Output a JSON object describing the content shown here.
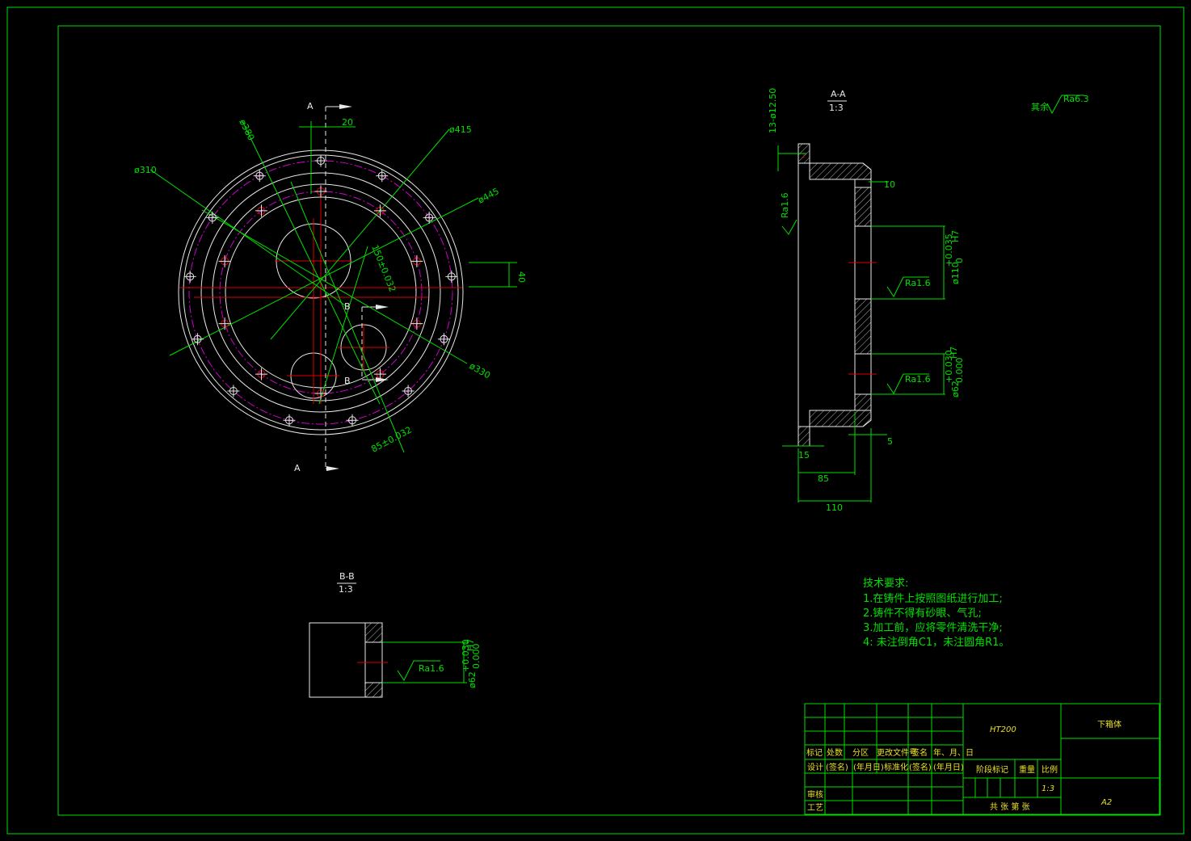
{
  "colors": {
    "background": "#000000",
    "frame": "#00e000",
    "outline": "#e8e8e8",
    "center": "#e00000",
    "pitch": "#d000d0",
    "title_text": "#e8e020"
  },
  "section_aa": {
    "label": "A-A",
    "scale": "1:3"
  },
  "section_bb": {
    "label": "B-B",
    "scale": "1:3"
  },
  "cut_labels": {
    "a_top": "A",
    "a_bottom": "A",
    "b_top": "B",
    "b_bottom": "B"
  },
  "front_dims": {
    "d310": "ø310",
    "d380": "ø380",
    "d415": "ø415",
    "d445": "ø445",
    "d330": "ø330",
    "d150": "150±0.032",
    "d85": "85±0.032",
    "w20": "20",
    "h40": "40"
  },
  "side_dims": {
    "holes": "13-ø12.50",
    "ra_left": "Ra1.6",
    "ra_mid": "Ra1.6",
    "ra_low": "Ra1.6",
    "d110": "ø110",
    "d110_tol_up": "+0.035",
    "d110_tol_low": "0",
    "d110_fit": "H7",
    "d62": "ø62",
    "d62_tol_up": "+0.030",
    "d62_tol_low": "0.000",
    "d62_fit": "H7",
    "w10": "10",
    "w5": "5",
    "w15": "15",
    "w85": "85",
    "w110": "110"
  },
  "bb_dims": {
    "ra": "Ra1.6",
    "d62": "ø62",
    "tol_up": "+0.030",
    "tol_low": "0.000",
    "fit": "H7"
  },
  "roughness_other": {
    "label": "其余",
    "value": "Ra6.3"
  },
  "tech_req": {
    "title": "技术要求:",
    "items": [
      "1.在铸件上按照图纸进行加工;",
      "2.铸件不得有砂眼、气孔;",
      "3.加工前，应将零件清洗干净;",
      "4: 未注倒角C1，未注圆角R1。"
    ]
  },
  "title_block": {
    "material": "HT200",
    "part_name": "下箱体",
    "sheet_size": "A2",
    "scale": "1:3",
    "h_mark": "标记",
    "h_count": "处数",
    "h_zone": "分区",
    "h_docno": "更改文件号",
    "h_sign": "签名",
    "h_date": "年、月、日",
    "design": "设计",
    "sign1": "(签名)",
    "date1": "(年月日)",
    "standard": "标准化",
    "sign2": "(签名)",
    "date2": "(年月日)",
    "stage": "阶段标记",
    "weight": "重量",
    "ratio": "比例",
    "check": "审核",
    "process": "工艺",
    "sheets": "共 张 第 张"
  }
}
